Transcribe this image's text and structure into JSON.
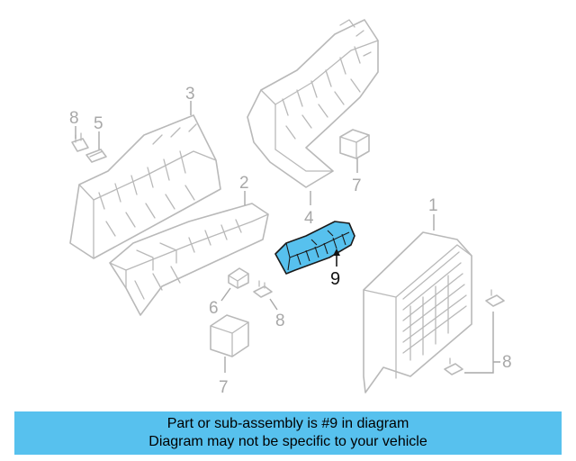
{
  "callouts": {
    "c1": "1",
    "c2": "2",
    "c3": "3",
    "c4": "4",
    "c5": "5",
    "c6": "6",
    "c7a": "7",
    "c7b": "7",
    "c8a": "8",
    "c8b": "8",
    "c8c": "8",
    "c9": "9"
  },
  "caption": {
    "line1": "Part or sub-assembly is #9 in diagram",
    "line2": "Diagram may not be specific to your vehicle"
  },
  "colors": {
    "highlight": "#57c1ee",
    "caption_bg": "#57c1ee",
    "line_art": "#b9b9b9"
  }
}
